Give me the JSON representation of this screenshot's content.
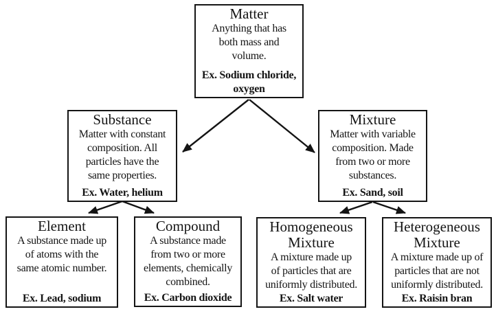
{
  "diagram": {
    "type": "flowchart",
    "subject": "classification-of-matter",
    "colors": {
      "background": "#ffffff",
      "box_border": "#141414",
      "text": "#141414",
      "arrow": "#141414"
    },
    "nodes": [
      {
        "id": "matter",
        "title": "Matter",
        "body": "Anything that has\nboth mass and\nvolume.",
        "example": "Ex. Sodium chloride,\noxygen"
      },
      {
        "id": "substance",
        "title": "Substance",
        "body": "Matter with constant\ncomposition. All\nparticles have the\nsame properties.",
        "example": "Ex. Water, helium"
      },
      {
        "id": "mixture",
        "title": "Mixture",
        "body": "Matter with variable\ncomposition. Made\nfrom two or more\nsubstances.",
        "example": "Ex. Sand, soil"
      },
      {
        "id": "element",
        "title": "Element",
        "body": "A substance made up\nof atoms with the\nsame atomic number.",
        "example": "Ex. Lead, sodium"
      },
      {
        "id": "compound",
        "title": "Compound",
        "body": "A substance made\nfrom two or more\nelements, chemically\ncombined.",
        "example": "Ex. Carbon dioxide"
      },
      {
        "id": "homogeneous-mixture",
        "title": "Homogeneous\nMixture",
        "body": "A mixture made up\nof particles that are\nuniformly distributed.",
        "example": "Ex. Salt water"
      },
      {
        "id": "heterogeneous-mixture",
        "title": "Heterogeneous\nMixture",
        "body": "A mixture made up of\nparticles that are not\nuniformly distributed.",
        "example": "Ex. Raisin bran"
      }
    ],
    "edges": [
      {
        "from": "matter",
        "to": "substance"
      },
      {
        "from": "matter",
        "to": "mixture"
      },
      {
        "from": "substance",
        "to": "element"
      },
      {
        "from": "substance",
        "to": "compound"
      },
      {
        "from": "mixture",
        "to": "homogeneous-mixture"
      },
      {
        "from": "mixture",
        "to": "heterogeneous-mixture"
      }
    ]
  }
}
